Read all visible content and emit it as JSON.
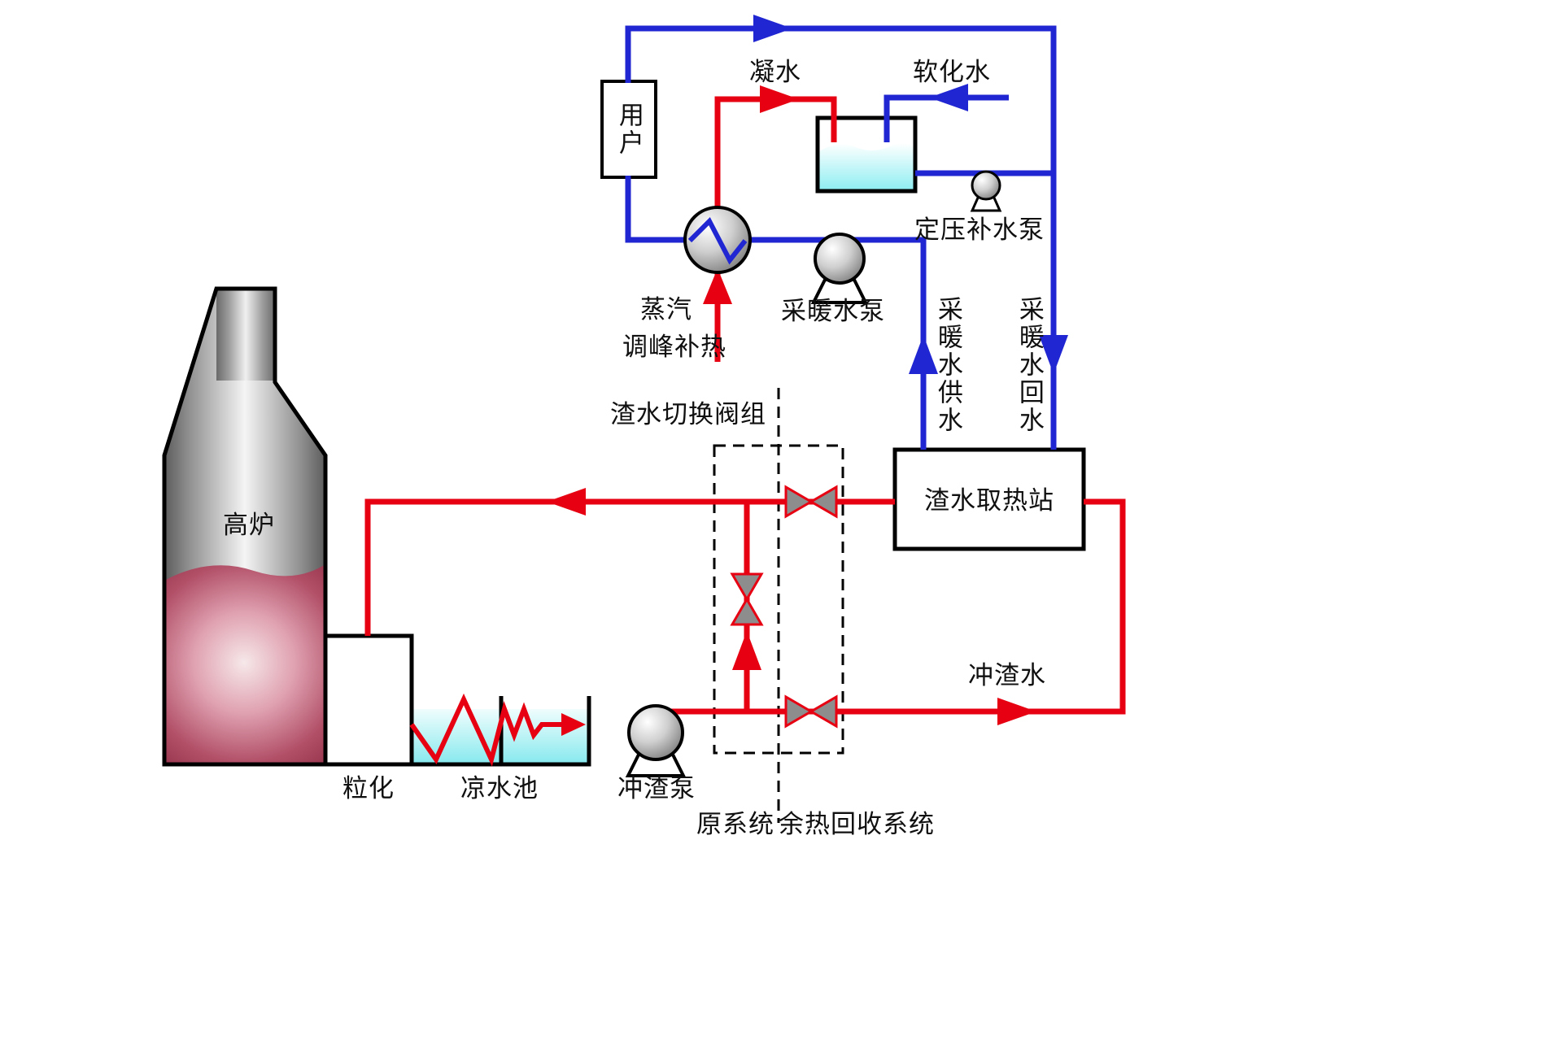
{
  "colors": {
    "pipe_hot": "#e60012",
    "pipe_cold": "#2026d2",
    "water": "#8feef2",
    "molten_slag": "#b25068"
  },
  "labels": {
    "condensate": "凝水",
    "softened_water": "软化水",
    "user": "用户",
    "pressure_makeup_pump": "定压补水泵",
    "heating_pump": "采暖水泵",
    "steam": "蒸汽",
    "peak_heating": "调峰补热",
    "supply_water": "采暖水供水",
    "return_water": "采暖水回水",
    "valve_group": "渣水切换阀组",
    "heat_station": "渣水取热站",
    "slag_flush_water": "冲渣水",
    "blast_furnace": "高炉",
    "granulation": "粒化",
    "cooling_pool": "凉水池",
    "slag_pump": "冲渣泵",
    "original_system": "原系统",
    "recovery_system": "余热回收系统"
  }
}
